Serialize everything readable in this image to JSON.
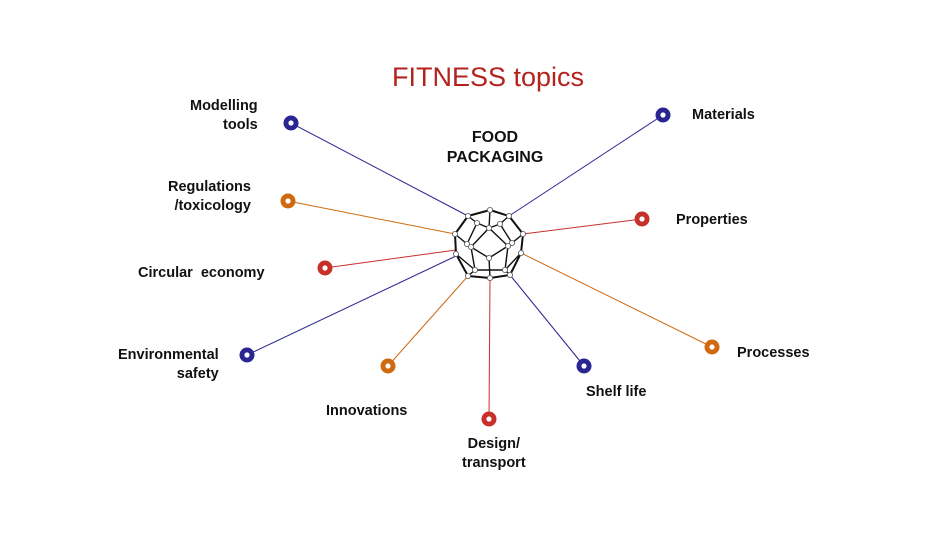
{
  "title": "FITNESS topics",
  "center": {
    "line1": "FOOD",
    "line2": "PACKAGING"
  },
  "colors": {
    "navy": "#2a2590",
    "orange": "#d06a10",
    "red": "#c8302a",
    "title": "#b5221e"
  },
  "topics": [
    {
      "label": "Modelling\ntools",
      "color": "navy"
    },
    {
      "label": "Materials",
      "color": "navy"
    },
    {
      "label": "Regulations\n/toxicology",
      "color": "orange"
    },
    {
      "label": "Properties",
      "color": "red"
    },
    {
      "label": "Circular  economy",
      "color": "red"
    },
    {
      "label": "Environmental\nsafety",
      "color": "navy"
    },
    {
      "label": "Innovations",
      "color": "orange"
    },
    {
      "label": "Design/\ntransport",
      "color": "red"
    },
    {
      "label": "Shelf life",
      "color": "navy"
    },
    {
      "label": "Processes",
      "color": "orange"
    }
  ]
}
